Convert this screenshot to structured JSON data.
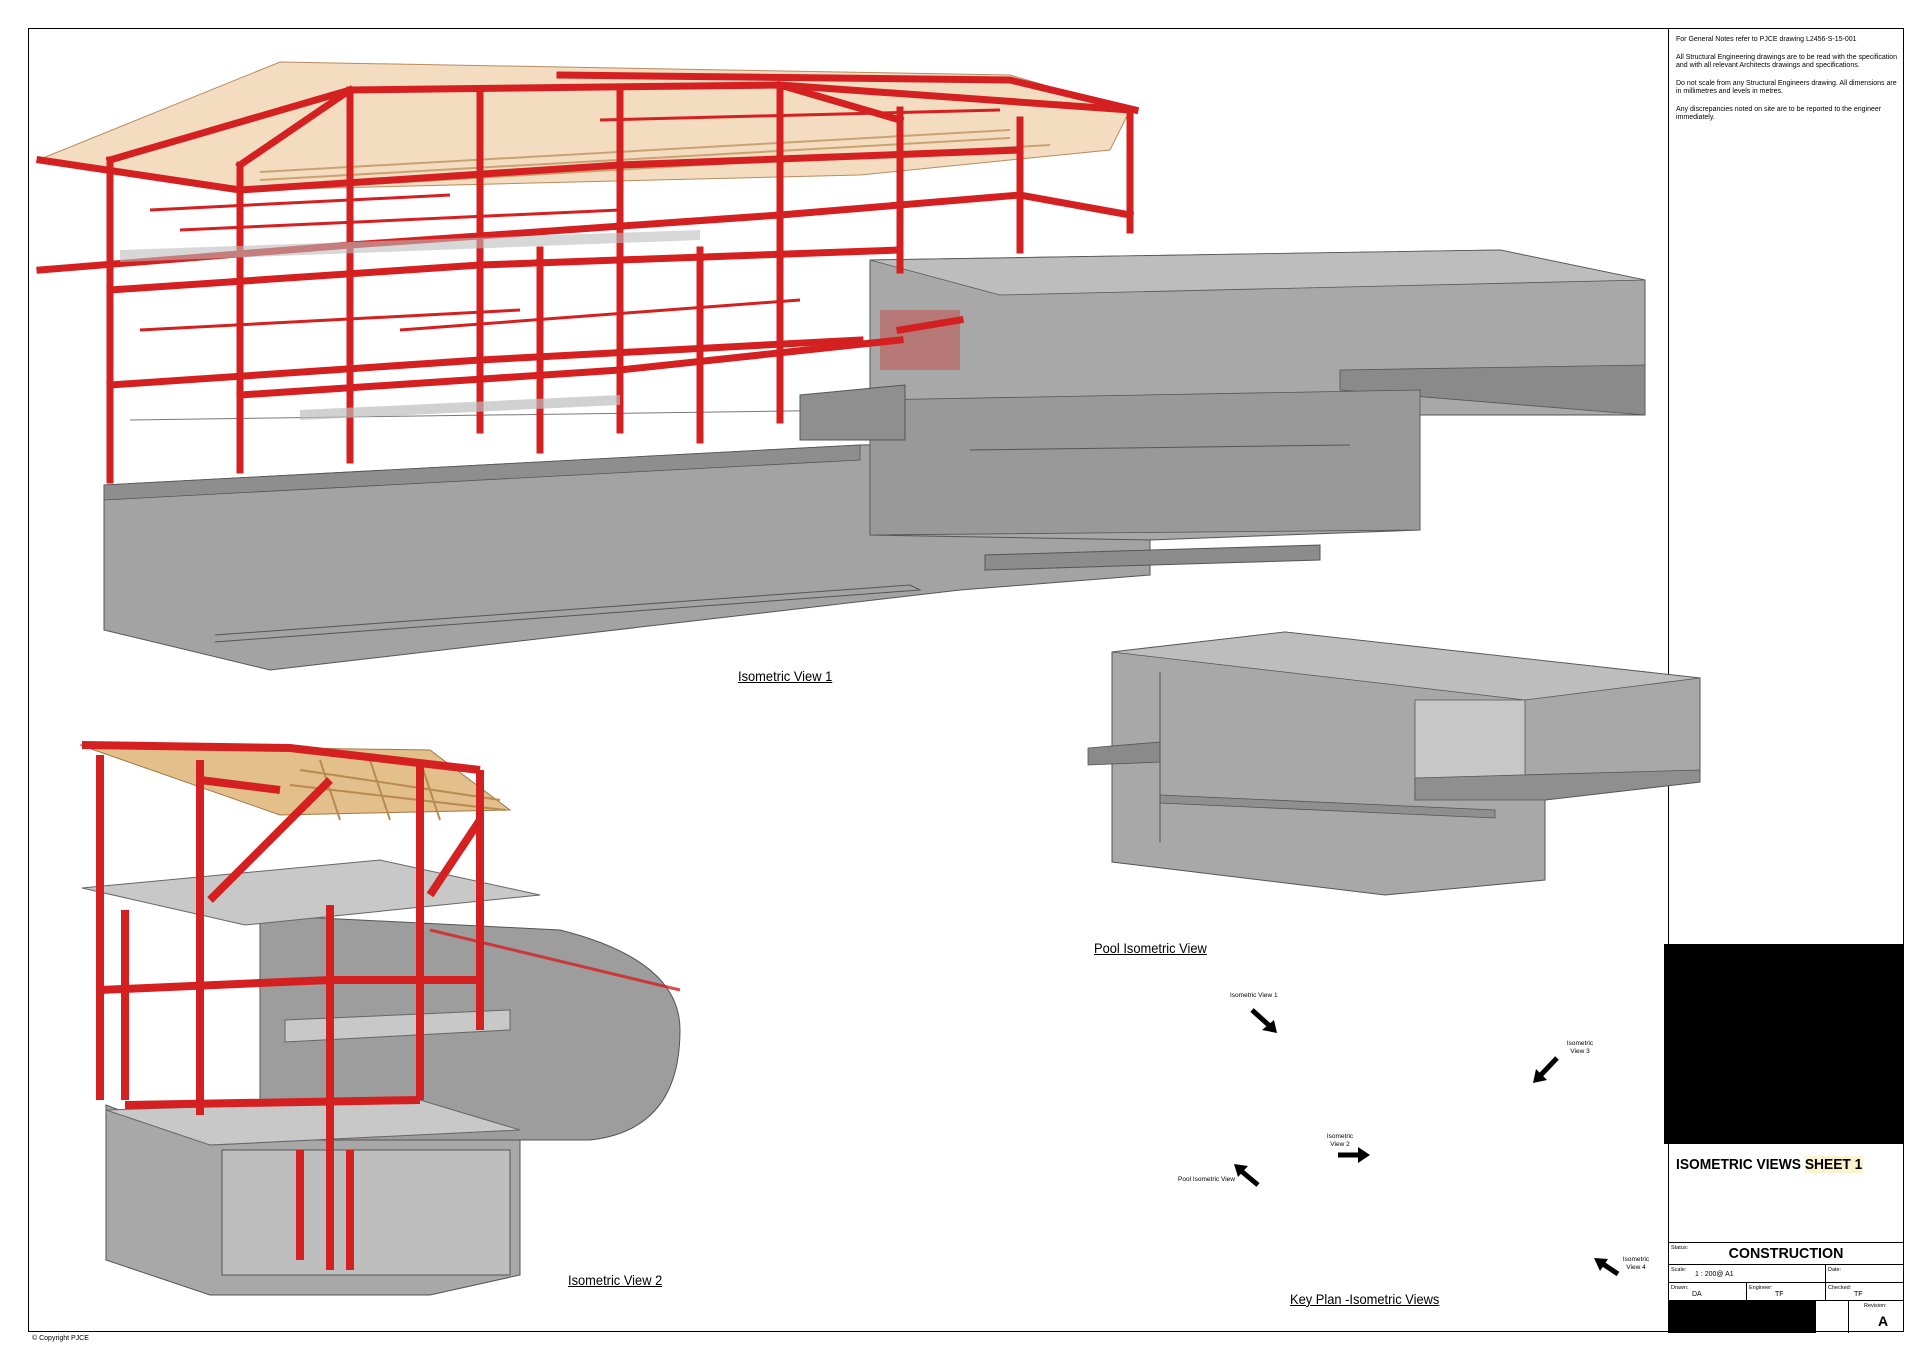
{
  "notes": [
    "For General Notes refer to PJCE drawing L2456-S-15-001",
    "All Structural Engineering drawings are to be read with the specification and with all relevant Architects drawings and specifications.",
    "Do not scale from any Structural Engineers drawing. All dimensions are in millimetres and levels in metres.",
    "Any discrepancies noted on site are to be reported to the engineer immediately."
  ],
  "views": {
    "iso1": "Isometric View 1",
    "iso2": "Isometric View 2",
    "pool": "Pool Isometric View",
    "keyplan": "Key Plan -Isometric Views"
  },
  "keyplan_arrows": {
    "iso1": "Isometric View 1",
    "iso2": "Isometric View 2",
    "iso3": "Isometric View 3",
    "iso4": "Isometric View 4",
    "pool": "Pool Isometric View"
  },
  "title_block": {
    "title_main": "ISOMETRIC VIEWS ",
    "title_hl": "SHEET 1",
    "status_label": "Status:",
    "status": "CONSTRUCTION",
    "scale_label": "Scale:",
    "scale": "1 : 200@ A1",
    "date_label": "Date:",
    "drawn_label": "Drawn:",
    "drawn": "DA",
    "engineer_label": "Engineer:",
    "engineer": "TF",
    "checked_label": "Checked:",
    "checked": "TF",
    "revision_label": "Revision:",
    "revision": "A"
  },
  "copyright": "© Copyright PJCE",
  "colors": {
    "steel": "#d42020",
    "concrete": "#9a9a9a",
    "timber": "#e8cfa0"
  }
}
